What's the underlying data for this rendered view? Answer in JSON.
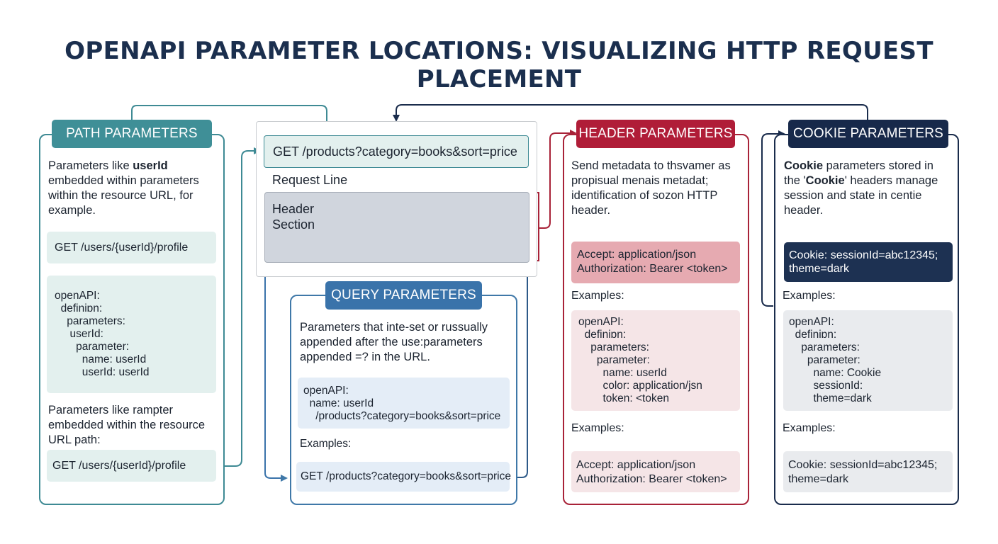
{
  "title": "OPENAPI PARAMETER LOCATIONS: VISUALIZING HTTP REQUEST PLACEMENT",
  "colors": {
    "title": "#1b2f4e",
    "path": "#3f8f97",
    "query": "#3a73aa",
    "header": "#b01d38",
    "cookie": "#17294a"
  },
  "request": {
    "request_line": "GET /products?category=books&sort=price",
    "request_line_label": "Request Line",
    "header_section": "Header\nSection"
  },
  "path": {
    "badge": "PATH PARAMETERS",
    "desc_prefix": "Parameters like ",
    "desc_bold": "userId",
    "desc_rest": "embedded within parameters within the resource URL, for example.",
    "example1": "GET /users/{userId}/profile",
    "code": "openAPI:\n  definiɒn:\n    parameters:\n     userId:\n       parameter:\n         name: userId\n         userId: userId",
    "desc2": "Parameters like rampter embedded within the resource URL path:",
    "example2": "GET /users/{userId}/profile"
  },
  "query": {
    "badge": "QUERY PARAMETERS",
    "desc": "Parameters that inte-set or russually appended after the use:parameters appended =? in the URL.",
    "code": "openAPI:\n  name: userId\n    /products?category=books&sort=price",
    "examples_label": "Examples:",
    "example": "GET /products?category=books&sort=price"
  },
  "header": {
    "badge": "HEADER PARAMETERS",
    "desc": "Send metadata to thsvamer as propisual menais metadat; identification of sozon HTTP header.",
    "sample": "Accept: application/json\nAuthorization: Bearer <token>",
    "examples_label_1": "Examples:",
    "code": "openAPI:\n  definiɒn:\n    parameters:\n      parameter:\n        name: userId\n        color: application/jsn\n        token: <token",
    "examples_label_2": "Examples:",
    "example": "Accept: application/json\nAuthorization: Bearer <token>"
  },
  "cookie": {
    "badge": "COOKIE PARAMETERS",
    "desc_bold1": "Cookie",
    "desc_mid": " parameters stored in the '",
    "desc_bold2": "Cookie",
    "desc_rest": "' headers manage session and state in centie header.",
    "sample": "Cookie: sessionId=abc12345;\ntheme=dark",
    "examples_label_1": "Examples:",
    "code": "openAPI:\n  definiɒn:\n    parameters:\n      parameter:\n        name: Cookie\n        sessionId:\n        theme=dark",
    "examples_label_2": "Examples:",
    "example": "Cookie: sessionId=abc12345;\ntheme=dark"
  }
}
